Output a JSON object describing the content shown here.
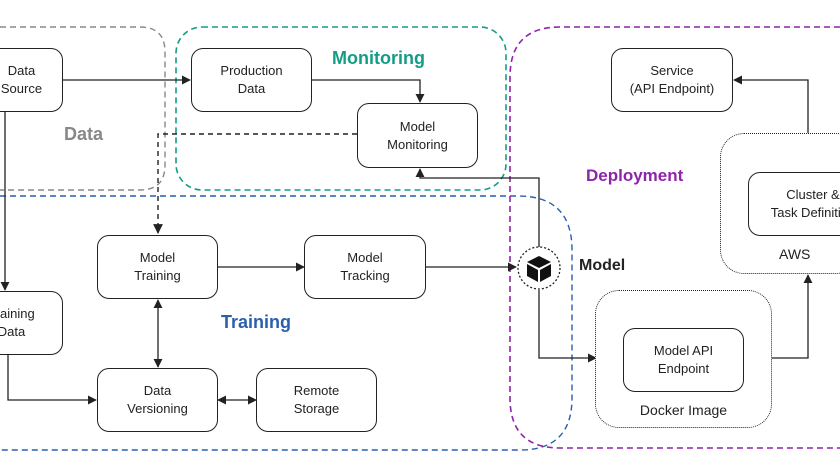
{
  "groups": {
    "data": {
      "label": "Data",
      "color": "#888888"
    },
    "monitoring": {
      "label": "Monitoring",
      "color": "#149c86"
    },
    "training": {
      "label": "Training",
      "color": "#2a5fb0"
    },
    "deployment": {
      "label": "Deployment",
      "color": "#8e24aa"
    }
  },
  "nodes": {
    "data_source": "Data\nSource",
    "production_data": "Production\nData",
    "model_monitoring": "Model\nMonitoring",
    "training_data": "Training\nData",
    "model_training": "Model\nTraining",
    "model_tracking": "Model\nTracking",
    "data_versioning": "Data\nVersioning",
    "remote_storage": "Remote\nStorage",
    "service": "Service\n(API Endpoint)",
    "cluster": "Cluster &\nTask Definition",
    "model_api": "Model API\nEndpoint"
  },
  "containers": {
    "aws": "AWS",
    "docker": "Docker Image"
  },
  "model_label": "Model",
  "icons": {
    "model": "cube-icon"
  }
}
